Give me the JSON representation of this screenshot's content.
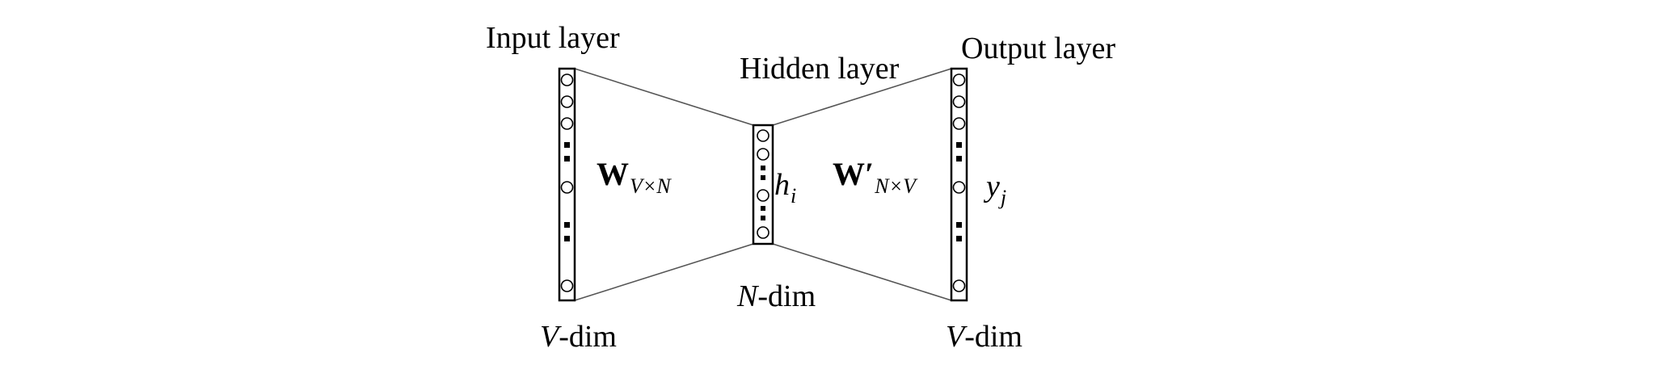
{
  "labels": {
    "input_layer": "Input layer",
    "hidden_layer": "Hidden layer",
    "output_layer": "Output layer"
  },
  "weights": {
    "input_hidden": {
      "main": "W",
      "subscript": "V×N"
    },
    "hidden_output": {
      "main": "W′",
      "subscript": "N×V"
    }
  },
  "units": {
    "hidden": {
      "main": "h",
      "subscript": "i"
    },
    "output": {
      "main": "y",
      "subscript": "j"
    }
  },
  "dims": {
    "input": {
      "var": "V",
      "suffix": "-dim"
    },
    "hidden": {
      "var": "N",
      "suffix": "-dim"
    },
    "output": {
      "var": "V",
      "suffix": "-dim"
    }
  }
}
